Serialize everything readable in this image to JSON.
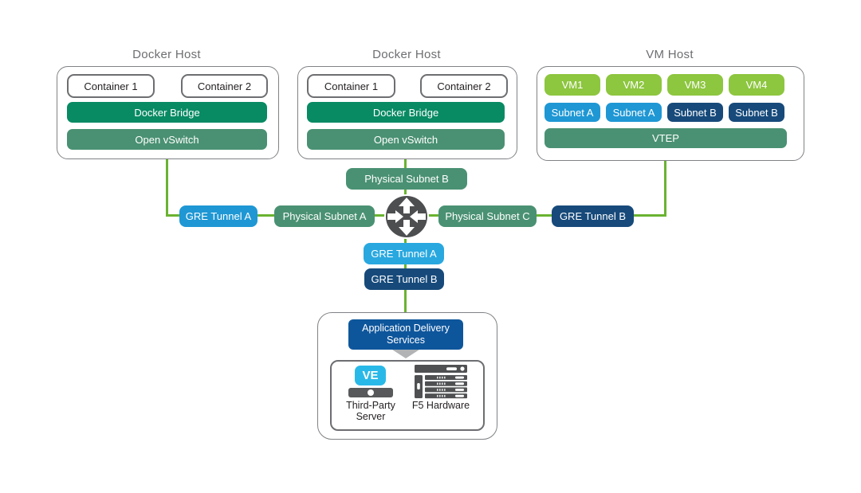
{
  "diagram_title": "Docker / VM host GRE tunnel overlay topology",
  "colors": {
    "teal_green": "#088a63",
    "sage_green": "#4a9173",
    "light_green": "#8dc63f",
    "light_blue": "#1f97d4",
    "stack_light_blue": "#29a8e0",
    "navy_blue": "#174a7b",
    "app_delivery_blue": "#0e569c",
    "connector_green": "#6ab331",
    "router_gray": "#4d4e50",
    "border_gray": "#6d6e71",
    "title_gray": "#6d6e71",
    "ve_blue": "#29b9e8"
  },
  "docker_host_1": {
    "title": "Docker Host",
    "container_1": "Container 1",
    "container_2": "Container 2",
    "bridge": "Docker Bridge",
    "vswitch": "Open vSwitch"
  },
  "docker_host_2": {
    "title": "Docker Host",
    "container_1": "Container 1",
    "container_2": "Container 2",
    "bridge": "Docker Bridge",
    "vswitch": "Open vSwitch"
  },
  "vm_host": {
    "title": "VM Host",
    "vms": [
      {
        "label": "VM1"
      },
      {
        "label": "VM2"
      },
      {
        "label": "VM3"
      },
      {
        "label": "VM4"
      }
    ],
    "subnets": [
      {
        "label": "Subnet A",
        "color": "#1f97d4"
      },
      {
        "label": "Subnet A",
        "color": "#1f97d4"
      },
      {
        "label": "Subnet B",
        "color": "#174a7b"
      },
      {
        "label": "Subnet B",
        "color": "#174a7b"
      }
    ],
    "vtep": "VTEP"
  },
  "middle_row": {
    "gre_tunnel_a": "GRE Tunnel A",
    "physical_subnet_a": "Physical Subnet A",
    "physical_subnet_b": "Physical Subnet B",
    "physical_subnet_c": "Physical Subnet C",
    "gre_tunnel_b": "GRE Tunnel B",
    "router_icon": "router-icon"
  },
  "tunnel_stack": {
    "gre_tunnel_a": "GRE Tunnel A",
    "gre_tunnel_b": "GRE Tunnel B"
  },
  "services": {
    "app_delivery_line1": "Application Delivery",
    "app_delivery_line2": "Services",
    "ve_badge": "VE",
    "third_party_line1": "Third-Party",
    "third_party_line2": "Server",
    "f5_label": "F5 Hardware"
  }
}
